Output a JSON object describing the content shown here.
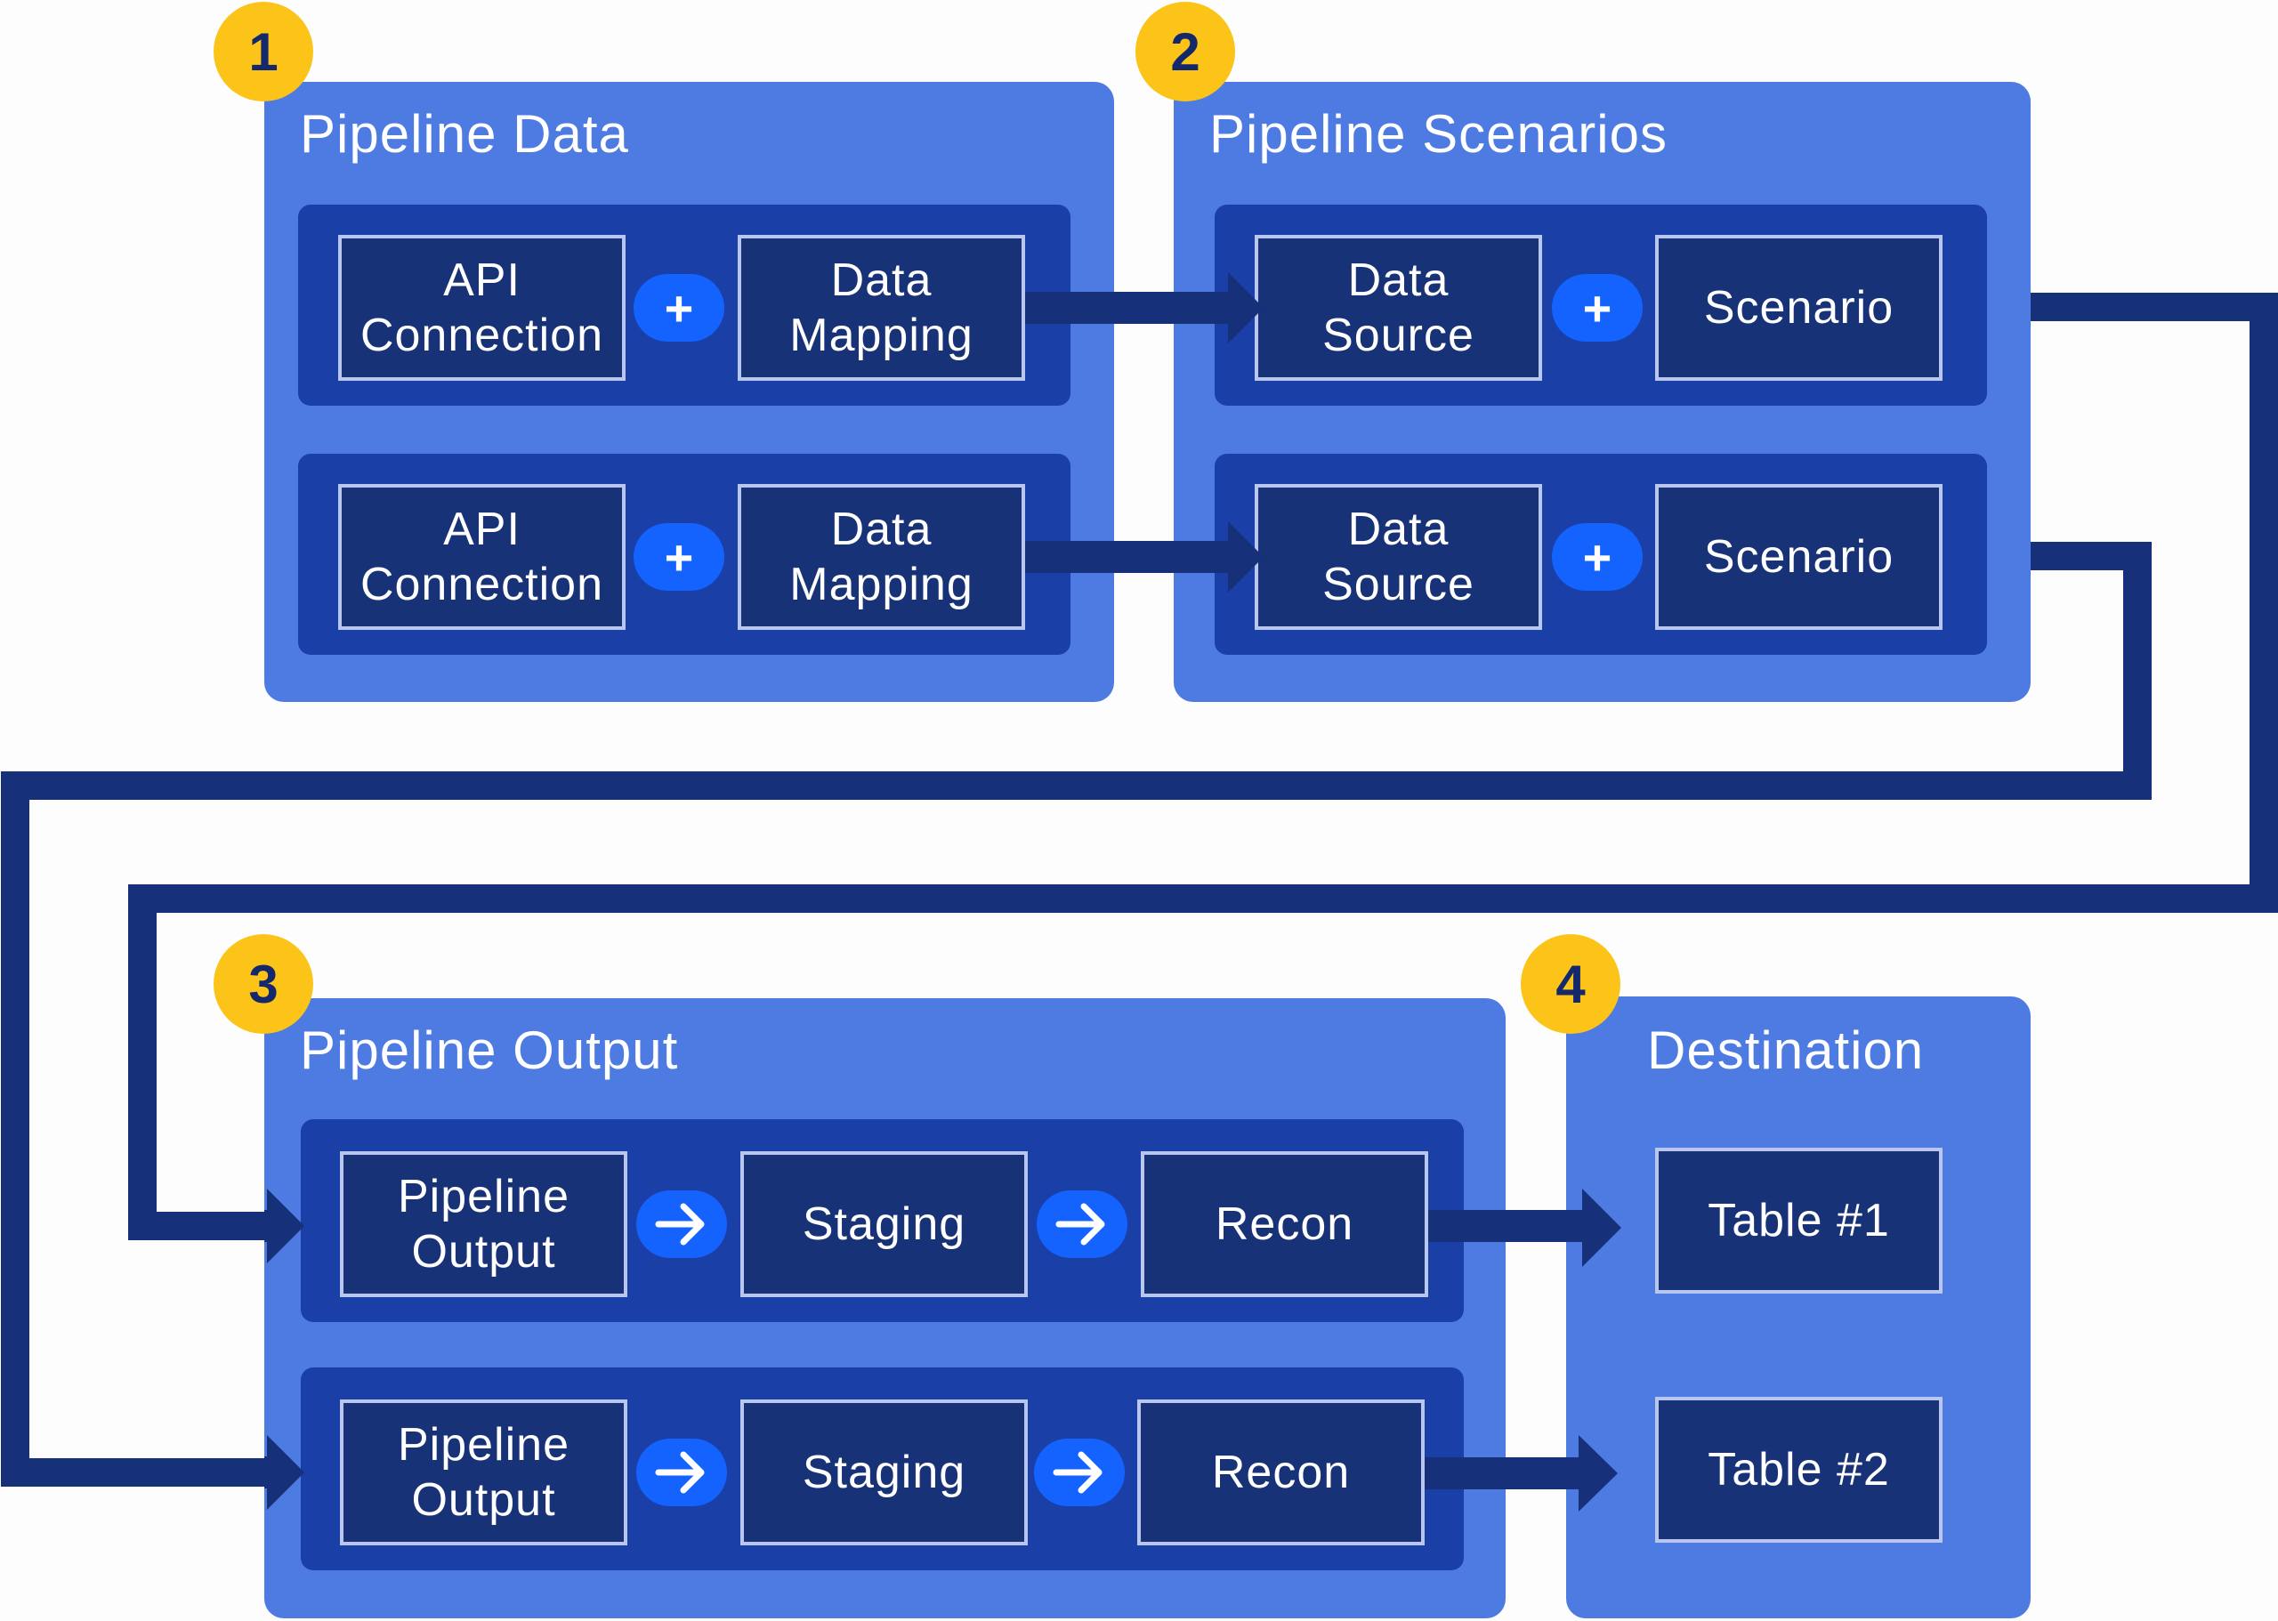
{
  "colors": {
    "panel": "#4e7be2",
    "row": "#1a3fa6",
    "box": "#183278",
    "box_border": "#b9c6f0",
    "connector": "#16307a",
    "operator": "#1463ff",
    "badge": "#fcc419",
    "badge_text": "#14296b"
  },
  "steps": [
    {
      "number": "1",
      "title": "Pipeline Data"
    },
    {
      "number": "2",
      "title": "Pipeline Scenarios"
    },
    {
      "number": "3",
      "title": "Pipeline Output"
    },
    {
      "number": "4",
      "title": "Destination"
    }
  ],
  "pipeline_data": {
    "rows": [
      {
        "source": "API\nConnection",
        "operator": "+",
        "target": "Data\nMapping"
      },
      {
        "source": "API\nConnection",
        "operator": "+",
        "target": "Data\nMapping"
      }
    ]
  },
  "pipeline_scenarios": {
    "rows": [
      {
        "source": "Data\nSource",
        "operator": "+",
        "target": "Scenario"
      },
      {
        "source": "Data\nSource",
        "operator": "+",
        "target": "Scenario"
      }
    ]
  },
  "pipeline_output": {
    "rows": [
      {
        "output": "Pipeline\nOutput",
        "staging": "Staging",
        "recon": "Recon",
        "arrow_icon": "arrow-right-icon"
      },
      {
        "output": "Pipeline\nOutput",
        "staging": "Staging",
        "recon": "Recon",
        "arrow_icon": "arrow-right-icon"
      }
    ]
  },
  "destination": {
    "tables": [
      "Table #1",
      "Table #2"
    ]
  }
}
